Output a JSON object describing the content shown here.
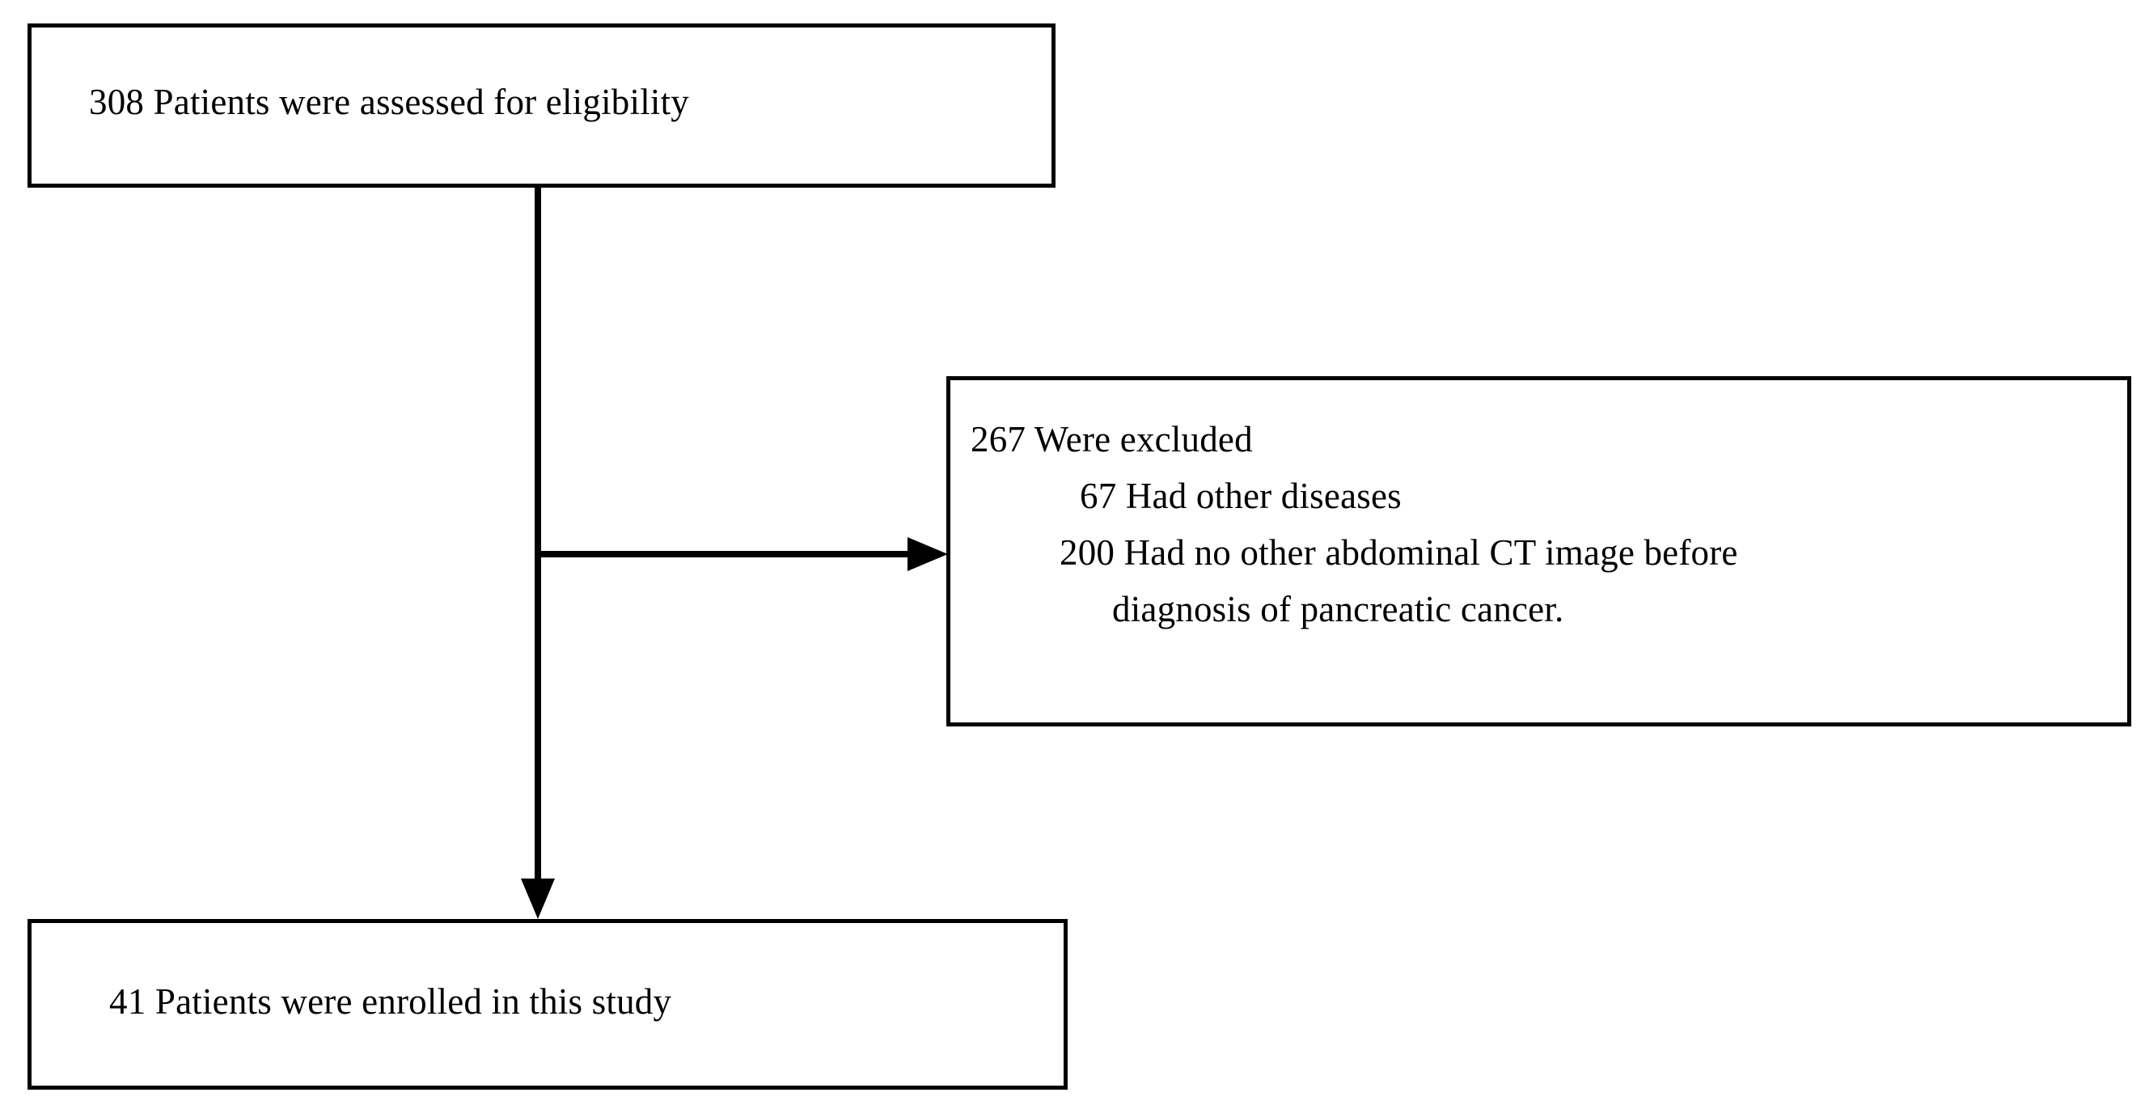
{
  "diagram": {
    "title": "Patient enrollment flow diagram",
    "type": "flowchart",
    "stroke_color": "#000000",
    "background_color": "#ffffff",
    "nodes": {
      "assessed": {
        "name": "assessed-for-eligibility-box",
        "text": "308 Patients were assessed for eligibility",
        "count": 308
      },
      "excluded": {
        "name": "excluded-box",
        "heading": "267 Were excluded",
        "count": 267,
        "reasons": [
          {
            "count": 67,
            "text": "67 Had other diseases",
            "indent_level": 1
          },
          {
            "count": 200,
            "text": "200 Had no other abdominal CT image before",
            "indent_level": 1
          },
          {
            "count": null,
            "text": "diagnosis of pancreatic cancer.",
            "indent_level": 2
          }
        ]
      },
      "enrolled": {
        "name": "enrolled-in-study-box",
        "text": "41 Patients were enrolled in this study",
        "count": 41
      }
    },
    "connectors": [
      {
        "name": "vertical-flow-arrow",
        "from": "assessed",
        "to": "enrolled",
        "orientation": "vertical",
        "arrowhead": "down"
      },
      {
        "name": "exclusion-branch-arrow",
        "from": "assessed",
        "to": "excluded",
        "orientation": "horizontal",
        "arrowhead": "right"
      }
    ]
  }
}
